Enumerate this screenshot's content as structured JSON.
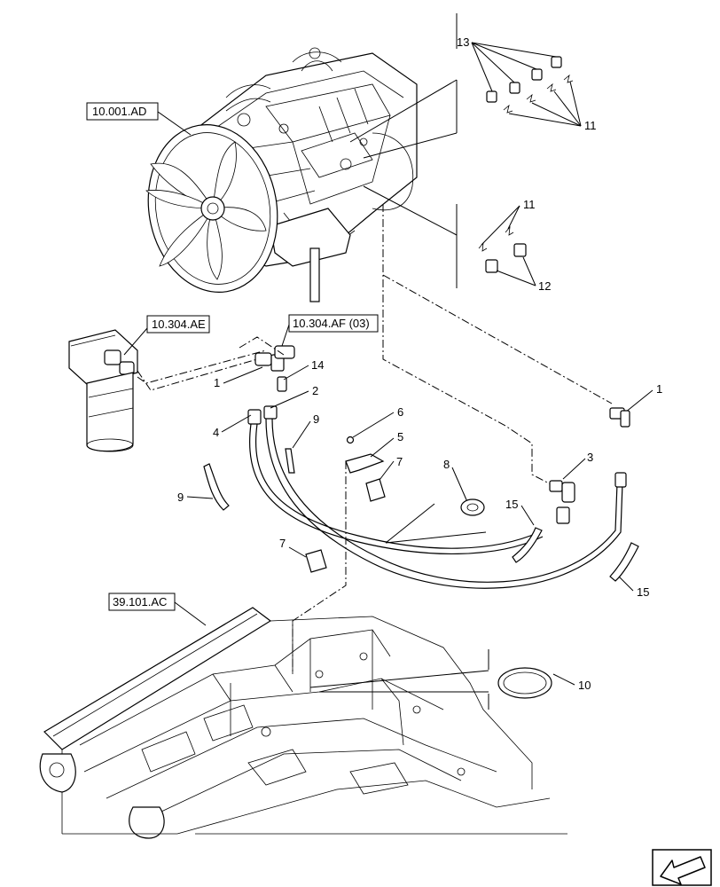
{
  "references": {
    "engine": "10.001.AD",
    "filter": "10.304.AE",
    "fitting": "10.304.AF (03)",
    "frame": "39.101.AC"
  },
  "callouts": {
    "c13": "13",
    "c11a": "11",
    "c11b": "11",
    "c12": "12",
    "c1a": "1",
    "c14": "14",
    "c2": "2",
    "c4": "4",
    "c9a": "9",
    "c9b": "9",
    "c6": "6",
    "c5": "5",
    "c7a": "7",
    "c7b": "7",
    "c8": "8",
    "c3": "3",
    "c1b": "1",
    "c15a": "15",
    "c15b": "15",
    "c10": "10"
  },
  "icons": {
    "nav": "arrow-icon"
  }
}
